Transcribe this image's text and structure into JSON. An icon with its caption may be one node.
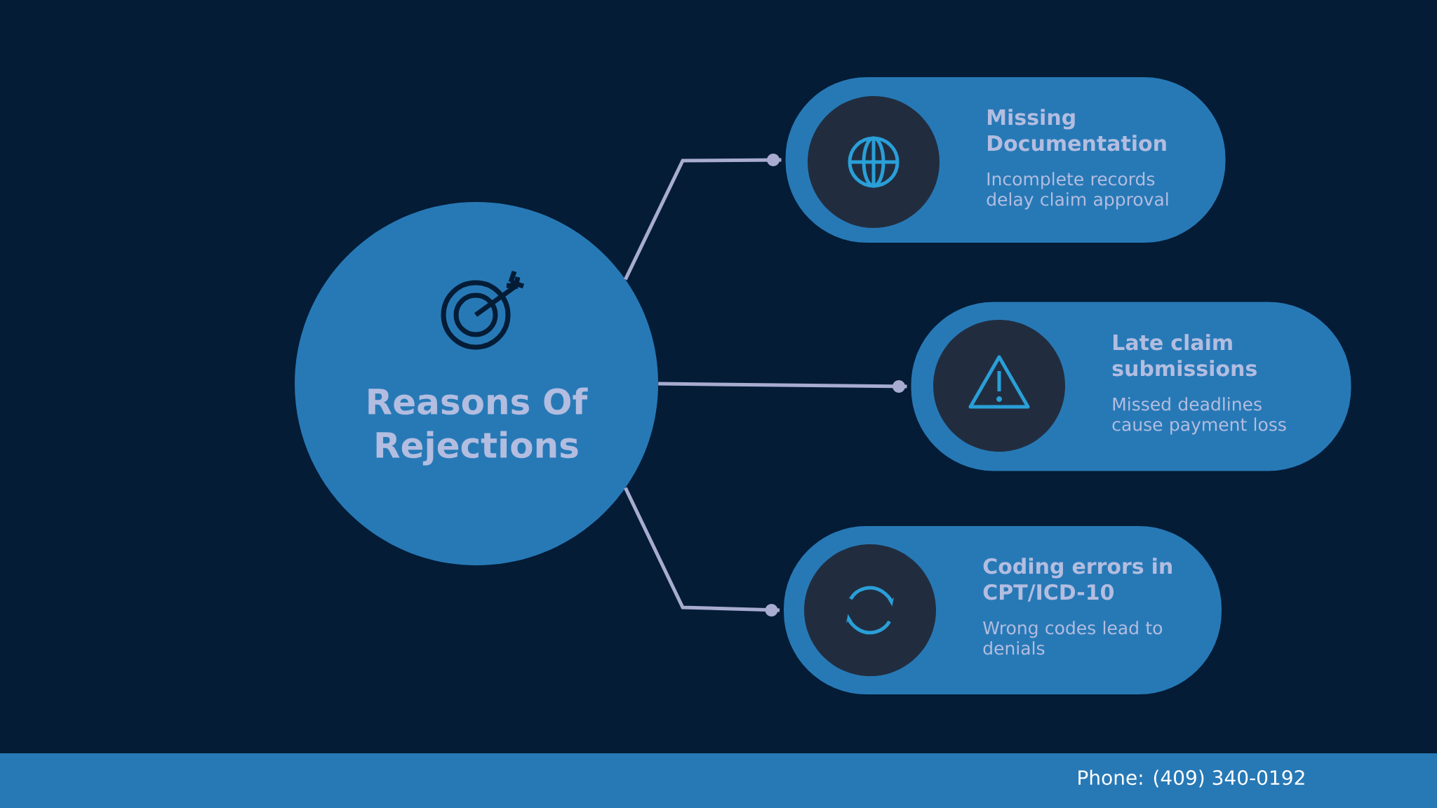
{
  "diagram": {
    "nodes": [
      {
        "text": [
          "Reasons Of Rejections"
        ]
      },
      {
        "text": [
          "Missing Documentation",
          "Incomplete records delay claim approval"
        ]
      },
      {
        "text": [
          "Late claim submissions",
          "Missed deadlines cause payment loss"
        ]
      },
      {
        "text": [
          "Coding errors in CPT/ICD-10",
          "Wrong codes lead to denials"
        ]
      }
    ],
    "edges": [
      {
        "from": 0,
        "to": 1,
        "arrow": "other"
      },
      {
        "from": 0,
        "to": 2,
        "arrow": "other"
      },
      {
        "from": 0,
        "to": 3,
        "arrow": "other"
      }
    ],
    "labels": [
      "Phone: (409) 340-0192"
    ]
  }
}
